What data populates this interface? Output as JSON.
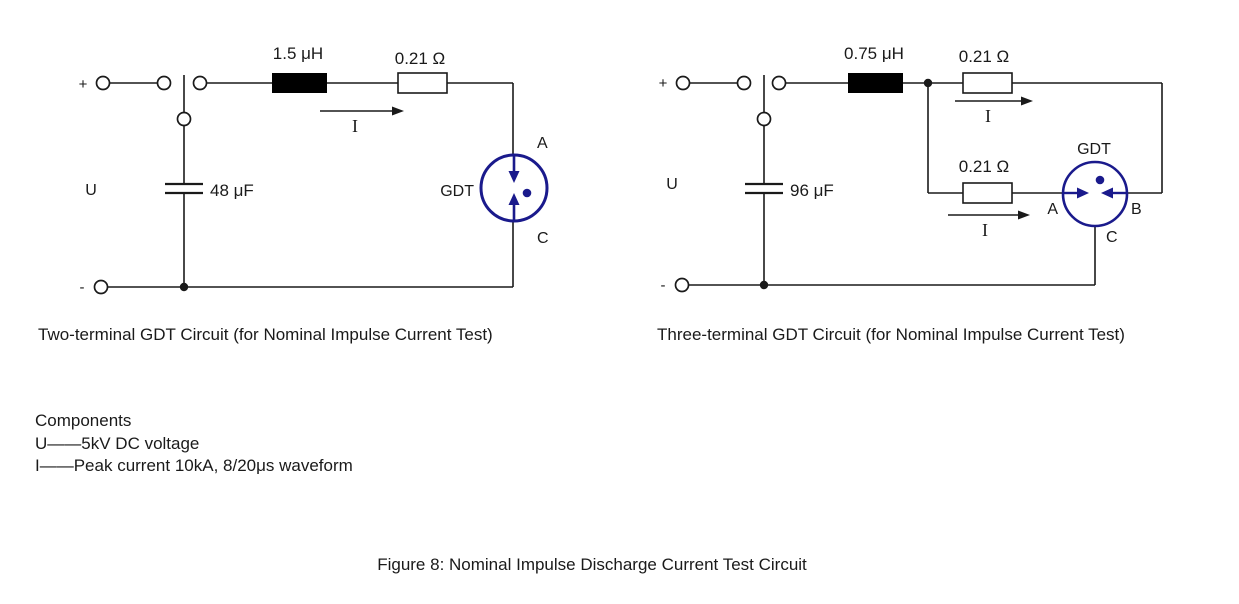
{
  "left": {
    "caption": "Two-terminal GDT Circuit (for Nominal Impulse Current Test)",
    "labels": {
      "plus": "+",
      "minus": "-",
      "voltage": "U",
      "inductor": "1.5 μH",
      "resistor": "0.21 Ω",
      "capacitor": "48 μF",
      "current": "I",
      "gdt": "GDT",
      "terminal_a": "A",
      "terminal_c": "C"
    }
  },
  "right": {
    "caption": "Three-terminal GDT Circuit (for Nominal Impulse Current Test)",
    "labels": {
      "plus": "+",
      "minus": "-",
      "voltage": "U",
      "inductor": "0.75 μH",
      "resistor_top": "0.21 Ω",
      "resistor_bottom": "0.21 Ω",
      "capacitor": "96 μF",
      "current_top": "I",
      "current_bottom": "I",
      "gdt": "GDT",
      "terminal_a": "A",
      "terminal_b": "B",
      "terminal_c": "C"
    }
  },
  "notes": {
    "title": "Components",
    "voltage_line": "U——5kV DC voltage",
    "current_line": "I——Peak current 10kA, 8/20μs waveform"
  },
  "figure_caption": "Figure 8: Nominal Impulse Discharge Current Test Circuit",
  "colors": {
    "wire": "#1a1a1a",
    "gdt_blue": "#1a1a8c"
  }
}
